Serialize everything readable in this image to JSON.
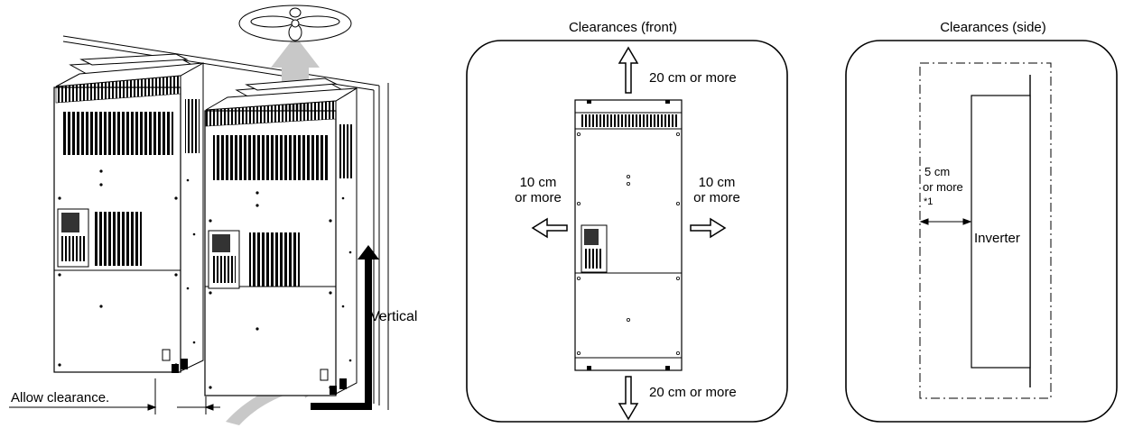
{
  "left_panel": {
    "allow_clearance_label": "Allow clearance.",
    "vertical_label": "Vertical",
    "icons": [
      "ceiling-fan-icon",
      "exhaust-airflow-arrow-icon",
      "intake-airflow-arrow-icon",
      "vertical-arrow-icon"
    ]
  },
  "front_panel": {
    "title": "Clearances (front)",
    "top_clearance": "20 cm or more",
    "bottom_clearance": "20 cm or more",
    "left_clearance_line1": "10 cm",
    "left_clearance_line2": "or more",
    "right_clearance_line1": "10 cm",
    "right_clearance_line2": "or more"
  },
  "side_panel": {
    "title": "Clearances (side)",
    "clearance_line1": "5 cm",
    "clearance_line2": "or more",
    "footnote_mark": "*1",
    "inverter_label": "Inverter"
  },
  "colors": {
    "line": "#000000",
    "airflow_arrow": "#c8c8c8",
    "fan_fill": "#ffffff"
  }
}
